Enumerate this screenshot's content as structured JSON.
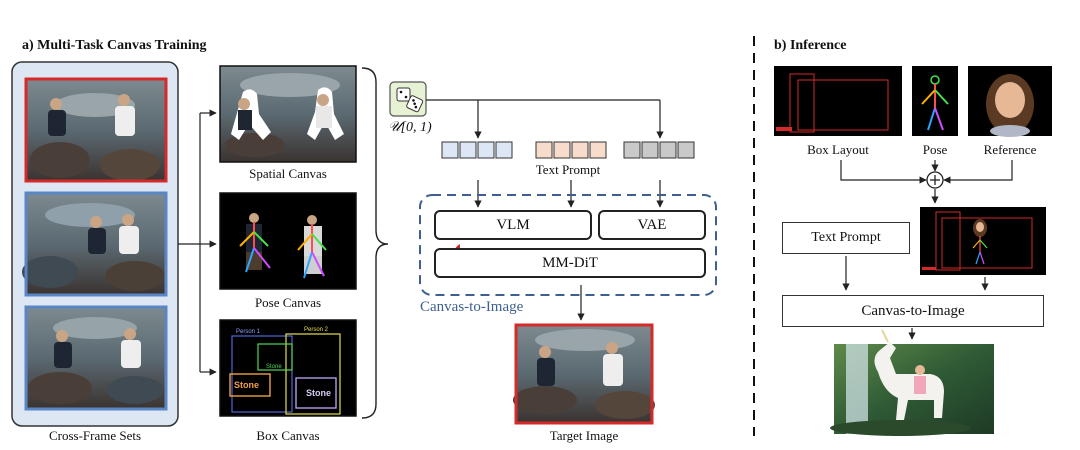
{
  "sections": {
    "training_title": "a) Multi-Task Canvas Training",
    "inference_title": "b) Inference"
  },
  "training": {
    "cross_frame_label": "Cross-Frame Sets",
    "spatial_canvas_label": "Spatial Canvas",
    "pose_canvas_label": "Pose Canvas",
    "box_canvas_label": "Box Canvas",
    "uniform_label": "𝒰[0, 1)",
    "text_prompt_label": "Text Prompt",
    "vlm_label": "VLM",
    "vae_label": "VAE",
    "mmdit_label": "MM-DiT",
    "canvas_to_image_label": "Canvas-to-Image",
    "target_image_label": "Target Image",
    "box_tags": {
      "person1": "Person 1",
      "person2": "Person 2",
      "stone_small": "Stone",
      "stone_orange": "Stone",
      "stone_purple": "Stone"
    }
  },
  "inference": {
    "box_layout_label": "Box Layout",
    "pose_label": "Pose",
    "reference_label": "Reference",
    "text_prompt_label": "Text Prompt",
    "canvas_to_image_label": "Canvas-to-Image"
  },
  "colors": {
    "accent_blue": "#3e5f8f",
    "frame_red": "#d42a2a",
    "frame_blue": "#5b86c6",
    "panel_bg": "#dde6f3",
    "token_blue": "#dce6f5",
    "token_peach": "#f8dccb",
    "token_gray": "#c9c9c9"
  },
  "icons": [
    "dice-icon",
    "flame-icon",
    "plus-circle-icon"
  ]
}
